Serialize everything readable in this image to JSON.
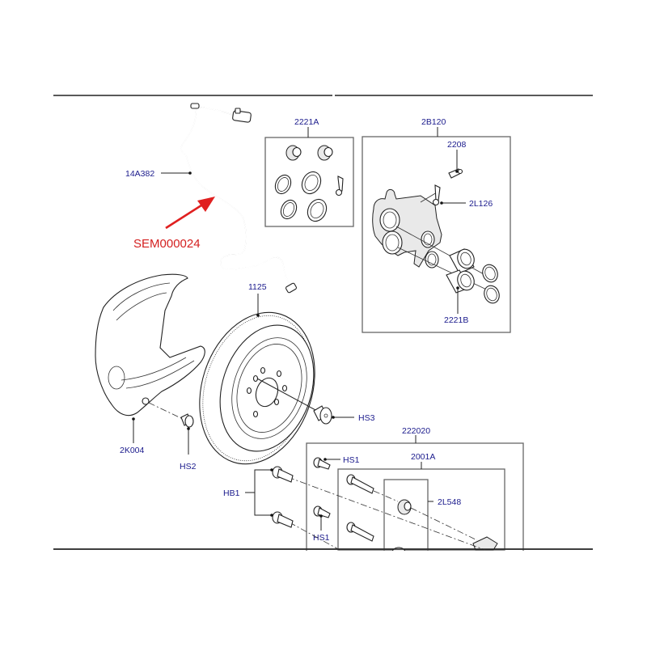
{
  "diagram": {
    "type": "exploded-parts-diagram",
    "subject": "Rear brake assembly",
    "annotation": {
      "text": "SEM000024",
      "color": "#d42020",
      "points_to": "14A382"
    },
    "label_color": "#1a1a8c",
    "callouts": [
      {
        "id": "14A382",
        "text": "14A382",
        "part": "Wheel speed sensor / brake wear sensor cable"
      },
      {
        "id": "2221A",
        "text": "2221A",
        "part": "Caliper seal and boot kit"
      },
      {
        "id": "2B120",
        "text": "2B120",
        "part": "Brake caliper assembly"
      },
      {
        "id": "2208",
        "text": "2208",
        "part": "Bleed screw"
      },
      {
        "id": "2L126",
        "text": "2L126",
        "part": "Bleed screw cap / clip"
      },
      {
        "id": "2221B",
        "text": "2221B",
        "part": "Caliper pistons and seals"
      },
      {
        "id": "1125",
        "text": "1125",
        "part": "Brake disc"
      },
      {
        "id": "2K004",
        "text": "2K004",
        "part": "Brake backing plate / splash shield"
      },
      {
        "id": "HS2",
        "text": "HS2",
        "part": "Shield screw"
      },
      {
        "id": "HS3",
        "text": "HS3",
        "part": "Disc retaining screw"
      },
      {
        "id": "222020",
        "text": "222020",
        "part": "Caliper carrier kit"
      },
      {
        "id": "HS1a",
        "text": "HS1",
        "part": "Guide pin bolt (upper)"
      },
      {
        "id": "HS1b",
        "text": "HS1",
        "part": "Guide pin bolt (lower)"
      },
      {
        "id": "2001A",
        "text": "2001A",
        "part": "Guide pin kit"
      },
      {
        "id": "2L548",
        "text": "2L548",
        "part": "Guide pin boot"
      },
      {
        "id": "HB1",
        "text": "HB1",
        "part": "Carrier bolts"
      }
    ]
  }
}
